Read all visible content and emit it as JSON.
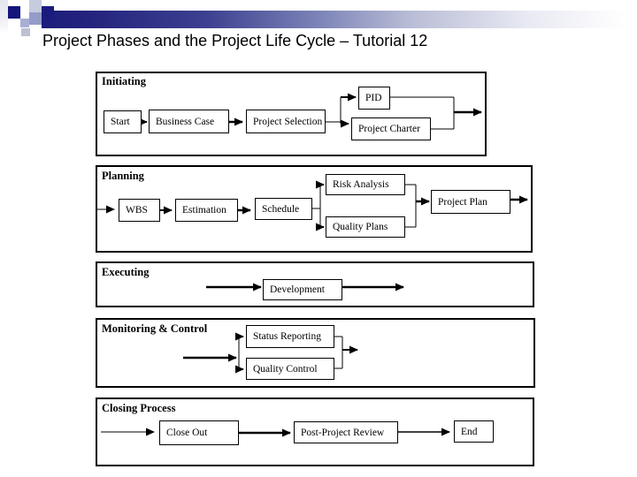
{
  "slide": {
    "title": "Project Phases and the Project Life Cycle – Tutorial 12"
  },
  "colors": {
    "accent_navy": "#1b1b7c",
    "decor_light_blue": "#c7cbde",
    "decor_mid_blue": "#959cc9",
    "diagram_line": "#000000",
    "background": "#ffffff"
  },
  "diagram": {
    "sections": [
      {
        "label": "Initiating",
        "nodes": [
          {
            "label": "Start"
          },
          {
            "label": "Business Case"
          },
          {
            "label": "Project Selection"
          },
          {
            "label": "PID"
          },
          {
            "label": "Project Charter"
          }
        ]
      },
      {
        "label": "Planning",
        "nodes": [
          {
            "label": "WBS"
          },
          {
            "label": "Estimation"
          },
          {
            "label": "Schedule"
          },
          {
            "label": "Risk Analysis"
          },
          {
            "label": "Quality Plans"
          },
          {
            "label": "Project Plan"
          }
        ]
      },
      {
        "label": "Executing",
        "nodes": [
          {
            "label": "Development"
          }
        ]
      },
      {
        "label": "Monitoring & Control",
        "nodes": [
          {
            "label": "Status Reporting"
          },
          {
            "label": "Quality Control"
          }
        ]
      },
      {
        "label": "Closing Process",
        "nodes": [
          {
            "label": "Close Out"
          },
          {
            "label": "Post-Project Review"
          },
          {
            "label": "End"
          }
        ]
      }
    ]
  }
}
